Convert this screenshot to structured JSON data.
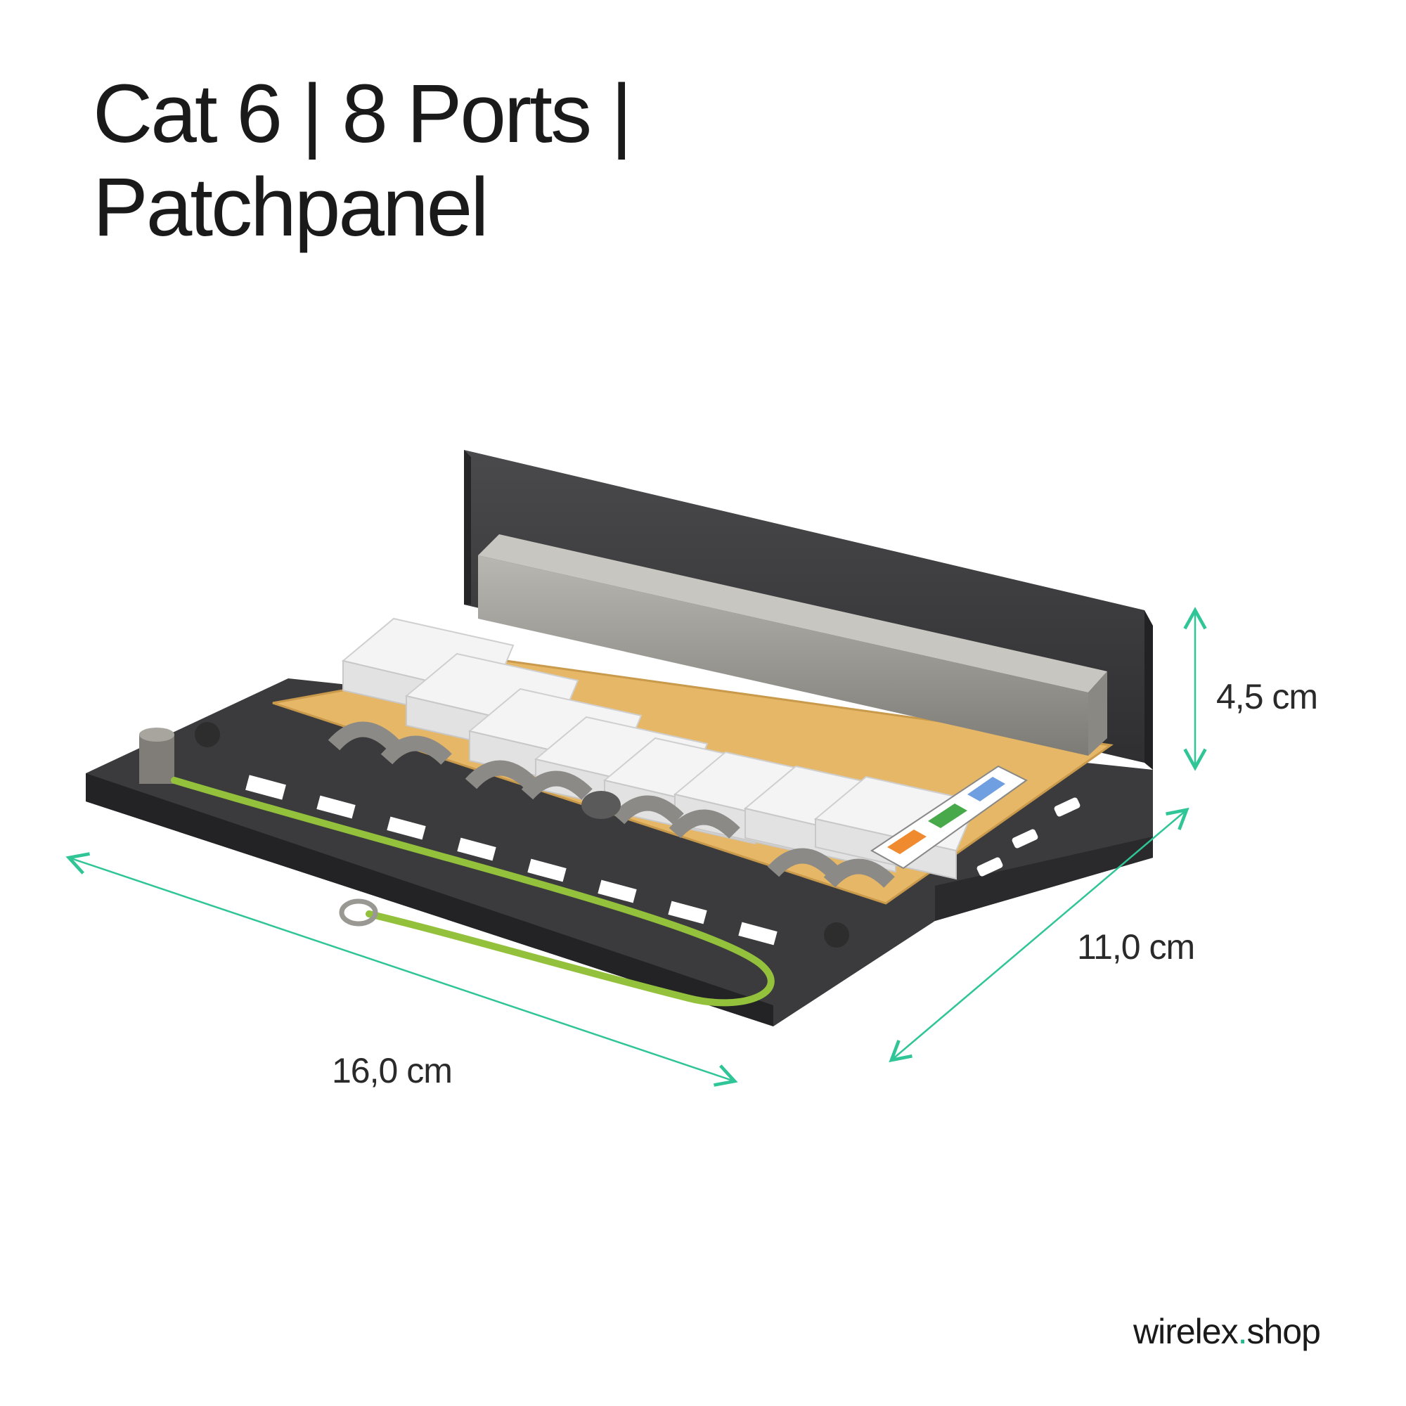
{
  "title": {
    "line1": "Cat 6 | 8 Ports |",
    "line2": "Patchpanel"
  },
  "dimensions": {
    "height": "4,5 cm",
    "depth": "11,0 cm",
    "width": "16,0 cm"
  },
  "brand": {
    "name": "wirelex",
    "dot": ".",
    "tld": "shop"
  },
  "product": {
    "port_count": 8,
    "colors": {
      "chassis": "#3c3c3e",
      "pcb": "#e6b766",
      "lsa_block": "#f1f1f1",
      "shield": "#9a9892",
      "ground_wire": "#93c13c",
      "dimension_line": "#2fc596"
    }
  }
}
